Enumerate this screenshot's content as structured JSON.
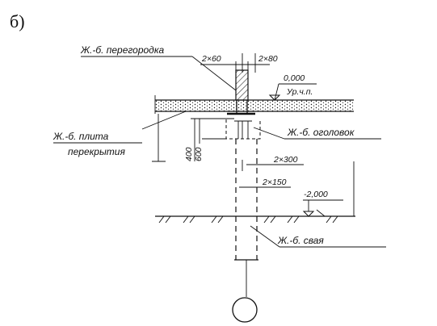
{
  "figure_label": "б)",
  "labels": {
    "partition": "Ж.-б. перегородка",
    "slab_line1": "Ж.-б. плита",
    "slab_line2": "перекрытия",
    "pile_cap": "Ж.-б. оголовок",
    "pile": "Ж.-б. свая"
  },
  "dimensions": {
    "d_2x60": "2×60",
    "d_2x80": "2×80",
    "d_400": "400",
    "d_600": "600",
    "d_2x300": "2×300",
    "d_2x150": "2×150"
  },
  "levels": {
    "top_value": "0,000",
    "top_sub": "Ур.ч.п.",
    "bottom_value": "-2,000"
  }
}
